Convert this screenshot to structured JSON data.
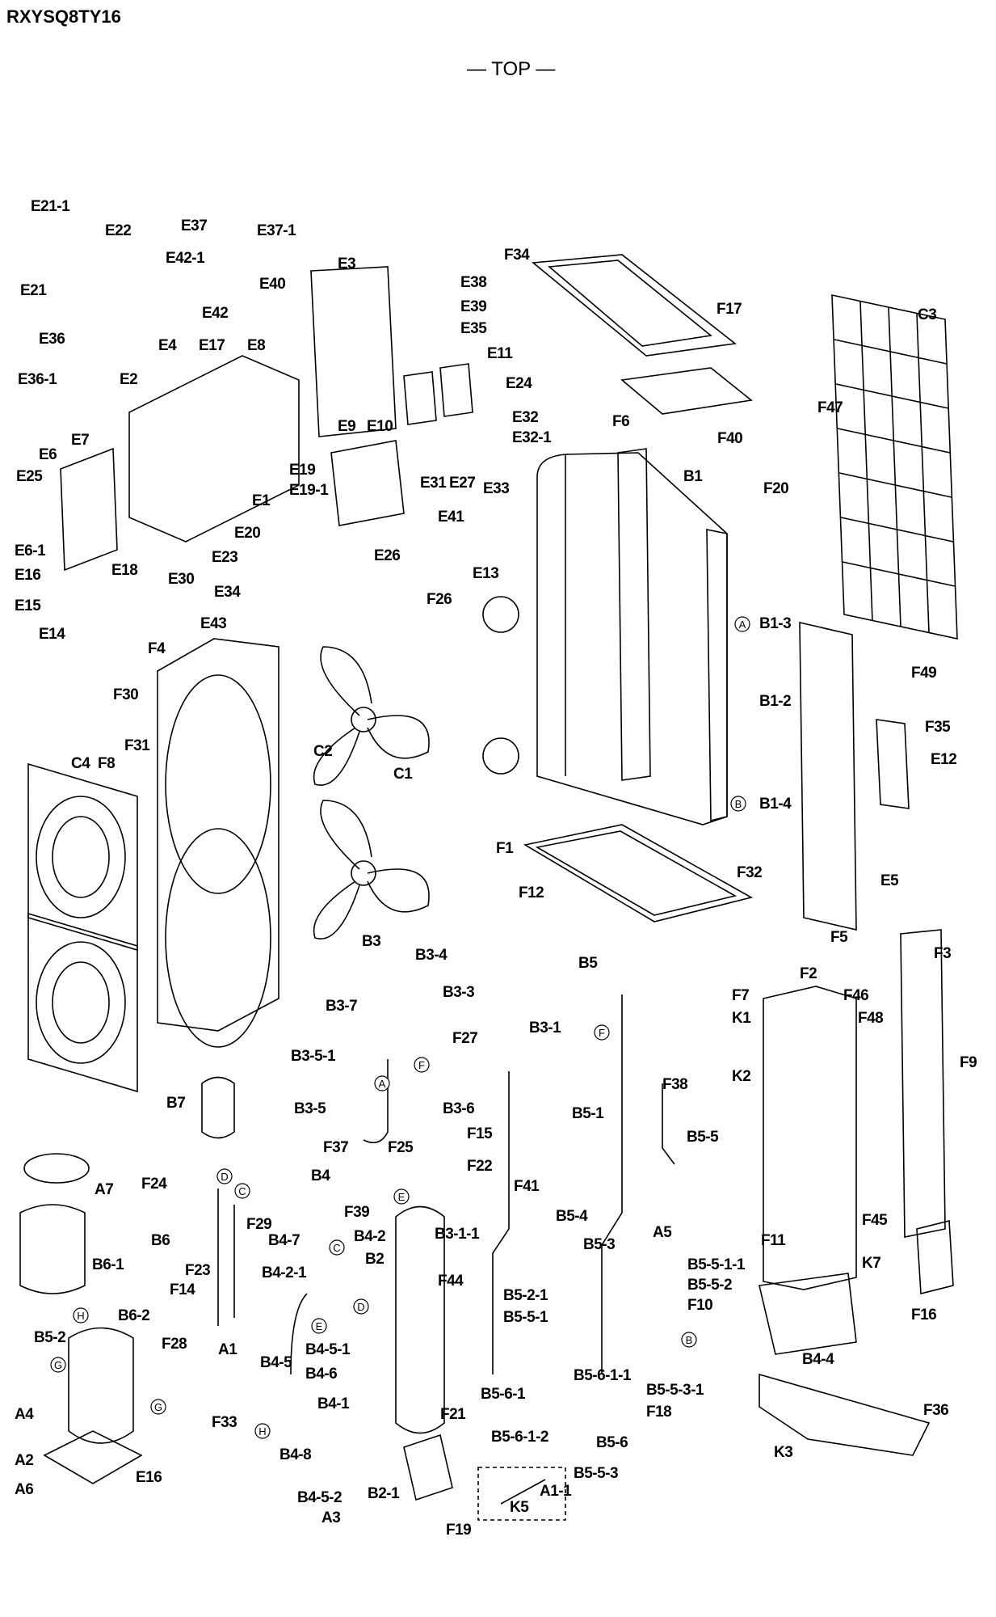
{
  "model": "RXYSQ8TY16",
  "view": "— TOP —",
  "callouts": [
    "E21-1",
    "E22",
    "E37",
    "E37-1",
    "E42-1",
    "E21",
    "E40",
    "E42",
    "E36",
    "E36-1",
    "E4",
    "E17",
    "E8",
    "E2",
    "E7",
    "E6",
    "E25",
    "E6-1",
    "E16",
    "E15",
    "E14",
    "E18",
    "E30",
    "E1",
    "E3",
    "E38",
    "E39",
    "E35",
    "E11",
    "E24",
    "E32",
    "E32-1",
    "E9",
    "E10",
    "E31",
    "E27",
    "E33",
    "E19",
    "E19-1",
    "E41",
    "E20",
    "E23",
    "E34",
    "E43",
    "E26",
    "E13",
    "F26",
    "F34",
    "F17",
    "F40",
    "F6",
    "B1",
    "F20",
    "C3",
    "F47",
    "F4",
    "F30",
    "F31",
    "F8",
    "C4",
    "C2",
    "C1",
    "B1-3",
    "B1-2",
    "B1-4",
    "F49",
    "F35",
    "E12",
    "E5",
    "F1",
    "F12",
    "F32",
    "F5",
    "B3",
    "B3-4",
    "B3-3",
    "B3-7",
    "B3-5-1",
    "F27",
    "B3-1",
    "B5",
    "F2",
    "F7",
    "F46",
    "K1",
    "F48",
    "F3",
    "F9",
    "K2",
    "B7",
    "B3-5",
    "B3-6",
    "F37",
    "F25",
    "F15",
    "F22",
    "A7",
    "F24",
    "B4",
    "F39",
    "F41",
    "F38",
    "B5-1",
    "B5-5",
    "B6",
    "F29",
    "B4-7",
    "B4-2",
    "B4-2-1",
    "B3-1-1",
    "B5-4",
    "B5-3",
    "A5",
    "B6-1",
    "F23",
    "F14",
    "B2",
    "F44",
    "F45",
    "K7",
    "F11",
    "F16",
    "F28",
    "B6-2",
    "A1",
    "B5-2",
    "B5-2-1",
    "B5-5-1",
    "B5-5-1-1",
    "B5-5-2",
    "F10",
    "B4-4",
    "B4-5",
    "B4-5-1",
    "B4-6",
    "B4-1",
    "F33",
    "B4-8",
    "B4-5-2",
    "A3",
    "B2-1",
    "F21",
    "F19",
    "B5-6-1-1",
    "B5-6-1",
    "B5-6-1-2",
    "B5-6",
    "B5-5-3",
    "B5-5-3-1",
    "F18",
    "F36",
    "K3",
    "K5",
    "A1-1",
    "A4",
    "A2",
    "A6",
    "E16"
  ],
  "markers": [
    "A",
    "B",
    "C",
    "D",
    "E",
    "F",
    "G",
    "H"
  ]
}
